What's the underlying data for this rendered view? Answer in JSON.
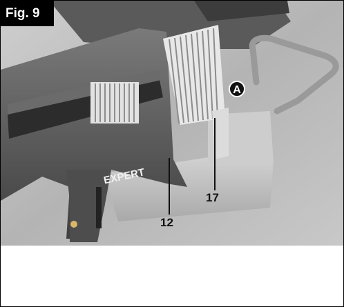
{
  "figure": {
    "tab_label": "Fig. 9"
  },
  "callouts": {
    "letter_a": "A",
    "part_12": "12",
    "part_17": "17"
  },
  "product": {
    "brand_label": "EXPERT"
  },
  "colors": {
    "tab_background": "#000000",
    "tab_text": "#ffffff",
    "photo_greys": "#6f6f6f"
  }
}
